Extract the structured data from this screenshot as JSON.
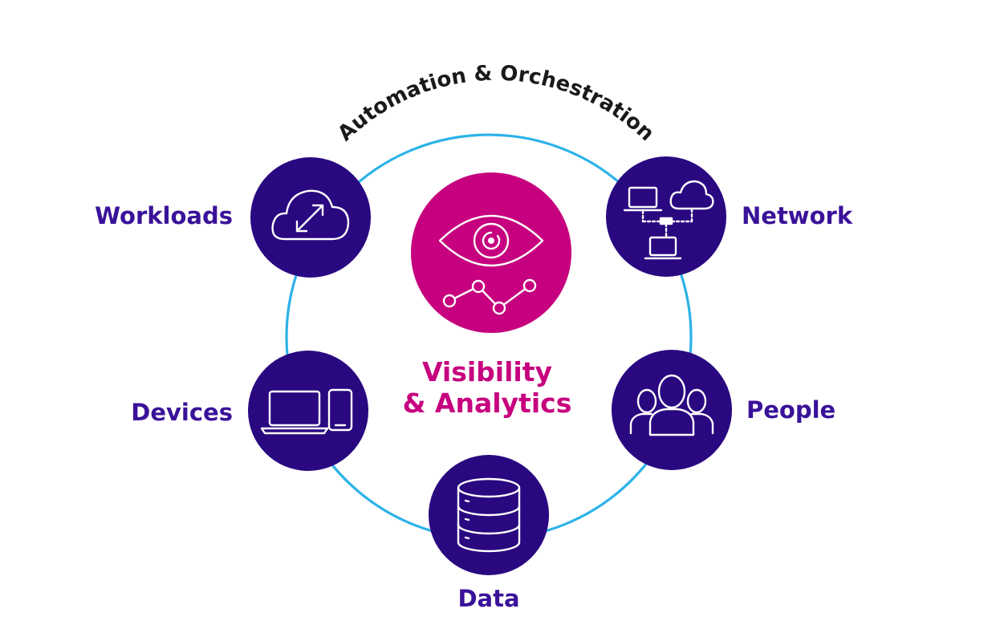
{
  "colors": {
    "ring": "#2cb3e8",
    "pillar_fill": "#2a0880",
    "center_fill": "#c6007e",
    "pillar_text": "#3a1299",
    "center_text": "#c6007e",
    "icon_stroke": "#ffffff",
    "arc_text": "#1a1a1a"
  },
  "ring_label": "Automation & Orchestration",
  "center": {
    "title_line1": "Visibility",
    "title_line2": "& Analytics",
    "icon": "eye-analytics-icon"
  },
  "pillars": [
    {
      "id": "workloads",
      "label": "Workloads",
      "icon": "cloud-arrows-icon"
    },
    {
      "id": "network",
      "label": "Network",
      "icon": "network-icon"
    },
    {
      "id": "devices",
      "label": "Devices",
      "icon": "laptop-phone-icon"
    },
    {
      "id": "people",
      "label": "People",
      "icon": "people-group-icon"
    },
    {
      "id": "data",
      "label": "Data",
      "icon": "database-icon"
    }
  ]
}
